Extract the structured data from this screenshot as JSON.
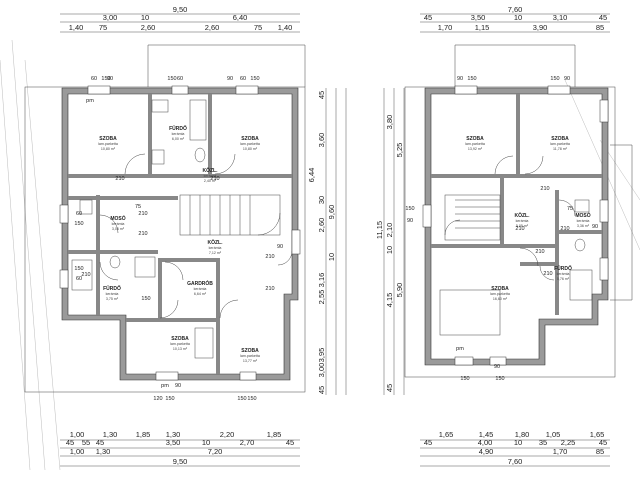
{
  "rooms": [
    {
      "name": "SZOBA",
      "floor": "lam.parketta",
      "area": "10,80 m²"
    },
    {
      "name": "FÜRDŐ",
      "floor": "kerámia",
      "area": "6,00 m²"
    },
    {
      "name": "SZOBA",
      "floor": "lam.parketta",
      "area": "10,80 m²"
    },
    {
      "name": "KÖZL.",
      "floor": "kerámia",
      "area": "2,40 m²"
    },
    {
      "name": "MOSÓ",
      "floor": "kerámia",
      "area": "3,06 m²"
    },
    {
      "name": "KÖZL.",
      "floor": "kerámia",
      "area": "7,12 m²"
    },
    {
      "name": "FÜRDŐ",
      "floor": "kerámia",
      "area": "3,75 m²"
    },
    {
      "name": "GARDRÓB",
      "floor": "kerámia",
      "area": "6,64 m²"
    },
    {
      "name": "SZOBA",
      "floor": "lam.parketta",
      "area": "10,13 m²"
    },
    {
      "name": "SZOBA",
      "floor": "lam.parketta",
      "area": "13,77 m²"
    },
    {
      "name": "SZOBA",
      "floor": "lam.parketta",
      "area": "13,92 m²"
    },
    {
      "name": "SZOBA",
      "floor": "lam.parketta",
      "area": "11,78 m²"
    },
    {
      "name": "KÖZL.",
      "floor": "kerámia",
      "area": "5,05 m²"
    },
    {
      "name": "MOSÓ",
      "floor": "kerámia",
      "area": "3,36 m²"
    },
    {
      "name": "FÜRDŐ",
      "floor": "kerámia",
      "area": "5,76 m²"
    },
    {
      "name": "SZOBA",
      "floor": "lam.parketta",
      "area": "16,60 m²"
    }
  ],
  "dimensions": {
    "top_left_total": "9,50",
    "top_left_row2": [
      "3,00",
      "10",
      "6,40"
    ],
    "top_left_row3": [
      "1,40",
      "75",
      "2,60",
      "2,60",
      "75",
      "1,40"
    ],
    "top_right_total": "7,60",
    "top_right_row2": [
      "45",
      "3,50",
      "10",
      "3,10",
      "45"
    ],
    "top_right_row3": [
      "1,70",
      "1,15",
      "3,90",
      "85"
    ],
    "bottom_left_row1": [
      "1,00",
      "1,30",
      "1,85",
      "1,30",
      "2,20",
      "1,85"
    ],
    "bottom_left_row2": [
      "45",
      "55",
      "45",
      "3,50",
      "10",
      "2,70",
      "45"
    ],
    "bottom_left_row3": [
      "1,00",
      "1,30",
      "7,20"
    ],
    "bottom_left_total": "9,50",
    "bottom_right_row1": [
      "1,65",
      "1,45",
      "1,80",
      "1,05",
      "1,65"
    ],
    "bottom_right_row2": [
      "45",
      "4,00",
      "10",
      "35",
      "2,25",
      "45"
    ],
    "bottom_right_row3": [
      "4,90",
      "1,70",
      "85"
    ],
    "bottom_right_total": "7,60",
    "vertical_mid": [
      "45",
      "3,60",
      "6,44",
      "30",
      "2,60",
      "9,60",
      "10",
      "3,16",
      "2,55",
      "3,95",
      "3,00",
      "45",
      "3,80",
      "5,25",
      "11,15",
      "2,10",
      "10",
      "4,15",
      "5,90",
      "45"
    ]
  },
  "opening_labels": [
    "60",
    "150",
    "pm",
    "90",
    "150",
    "60",
    "90",
    "60",
    "150",
    "60",
    "150",
    "210",
    "210",
    "210",
    "210",
    "75",
    "210",
    "150",
    "60",
    "150",
    "210",
    "90",
    "210",
    "120",
    "150",
    "pm",
    "90",
    "150",
    "150",
    "90",
    "150",
    "150",
    "90",
    "150",
    "90",
    "210",
    "210",
    "210",
    "75",
    "90",
    "210",
    "210",
    "pm",
    "150",
    "90",
    "150"
  ]
}
